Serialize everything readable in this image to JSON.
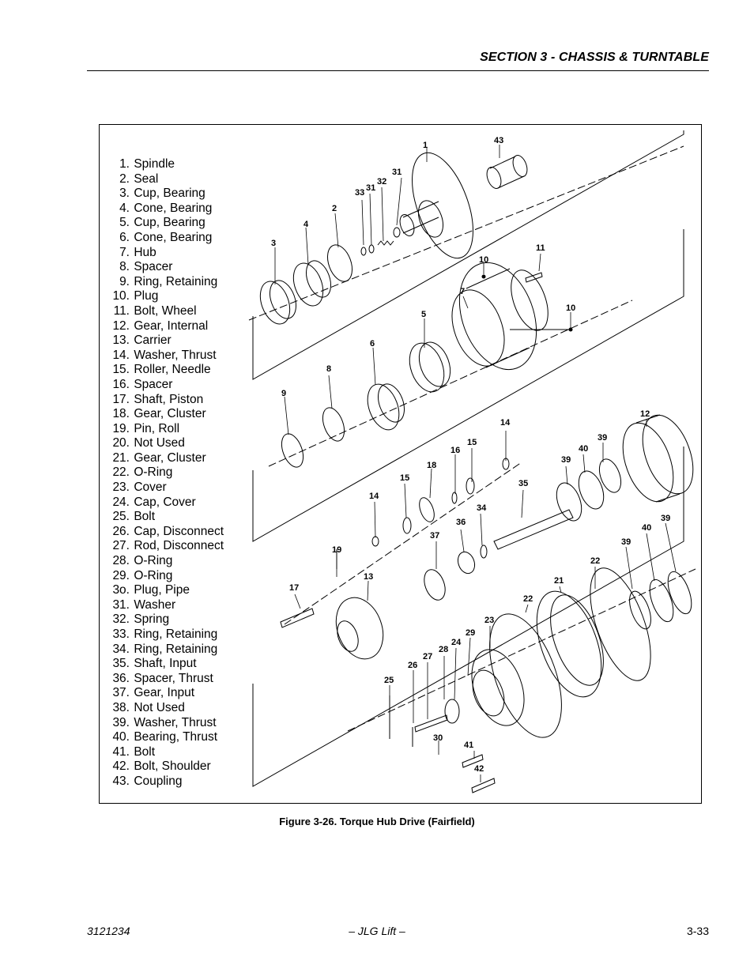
{
  "header": {
    "section_title": "SECTION 3 - CHASSIS & TURNTABLE"
  },
  "figure": {
    "caption": "Figure 3-26.  Torque Hub Drive (Fairfield)",
    "legend": [
      {
        "num": "1.",
        "label": "Spindle"
      },
      {
        "num": "2.",
        "label": "Seal"
      },
      {
        "num": "3.",
        "label": "Cup, Bearing"
      },
      {
        "num": "4.",
        "label": "Cone, Bearing"
      },
      {
        "num": "5.",
        "label": "Cup, Bearing"
      },
      {
        "num": "6.",
        "label": "Cone, Bearing"
      },
      {
        "num": "7.",
        "label": "Hub"
      },
      {
        "num": "8.",
        "label": "Spacer"
      },
      {
        "num": "9.",
        "label": "Ring, Retaining"
      },
      {
        "num": "10.",
        "label": "Plug"
      },
      {
        "num": "11.",
        "label": "Bolt, Wheel"
      },
      {
        "num": "12.",
        "label": "Gear, Internal"
      },
      {
        "num": "13.",
        "label": "Carrier"
      },
      {
        "num": "14.",
        "label": "Washer, Thrust"
      },
      {
        "num": "15.",
        "label": "Roller, Needle"
      },
      {
        "num": "16.",
        "label": "Spacer"
      },
      {
        "num": "17.",
        "label": "Shaft, Piston"
      },
      {
        "num": "18.",
        "label": "Gear, Cluster"
      },
      {
        "num": "19.",
        "label": "Pin, Roll"
      },
      {
        "num": "20.",
        "label": "Not Used"
      },
      {
        "num": "21.",
        "label": "Gear, Cluster"
      },
      {
        "num": "22.",
        "label": "O-Ring"
      },
      {
        "num": "23.",
        "label": "Cover"
      },
      {
        "num": "24.",
        "label": "Cap, Cover"
      },
      {
        "num": "25.",
        "label": "Bolt"
      },
      {
        "num": "26.",
        "label": "Cap, Disconnect"
      },
      {
        "num": "27.",
        "label": "Rod, Disconnect"
      },
      {
        "num": "28.",
        "label": "O-Ring"
      },
      {
        "num": "29.",
        "label": "O-Ring"
      },
      {
        "num": "3o.",
        "label": "Plug, Pipe"
      },
      {
        "num": "31.",
        "label": "Washer"
      },
      {
        "num": "32.",
        "label": "Spring"
      },
      {
        "num": "33.",
        "label": "Ring, Retaining"
      },
      {
        "num": "34.",
        "label": "Ring, Retaining"
      },
      {
        "num": "35.",
        "label": "Shaft, Input"
      },
      {
        "num": "36.",
        "label": "Spacer, Thrust"
      },
      {
        "num": "37.",
        "label": "Gear, Input"
      },
      {
        "num": "38.",
        "label": "Not Used"
      },
      {
        "num": "39.",
        "label": "Washer, Thrust"
      },
      {
        "num": "40.",
        "label": "Bearing, Thrust"
      },
      {
        "num": "41.",
        "label": "Bolt"
      },
      {
        "num": "42.",
        "label": "Bolt, Shoulder"
      },
      {
        "num": "43.",
        "label": "Coupling"
      }
    ],
    "callouts": [
      "1",
      "43",
      "31",
      "33",
      "31",
      "32",
      "2",
      "4",
      "3",
      "10",
      "11",
      "7",
      "10",
      "5",
      "6",
      "8",
      "9",
      "12",
      "14",
      "39",
      "40",
      "39",
      "16",
      "15",
      "18",
      "15",
      "35",
      "14",
      "34",
      "36",
      "37",
      "40",
      "39",
      "39",
      "19",
      "13",
      "17",
      "22",
      "21",
      "22",
      "23",
      "29",
      "24",
      "28",
      "27",
      "26",
      "25",
      "30",
      "41",
      "42"
    ]
  },
  "footer": {
    "doc_number": "3121234",
    "center": "– JLG Lift –",
    "page": "3-33"
  }
}
